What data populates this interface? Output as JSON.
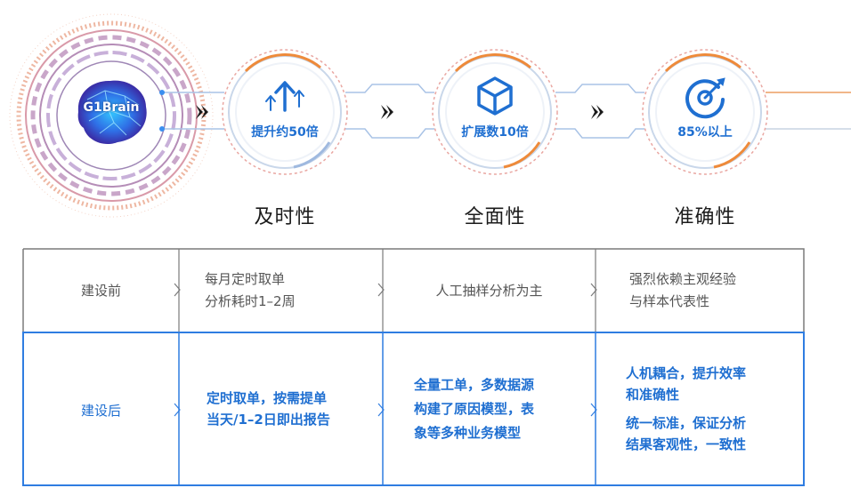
{
  "brand": {
    "logo_text": "G1Brain"
  },
  "colors": {
    "blue": "#1f6fd1",
    "orange": "#ee8a3a",
    "grey_border": "#7a7a7a",
    "table_blue": "#2f7de1"
  },
  "metrics": [
    {
      "icon": "arrows-up-icon",
      "label": "提升约50倍"
    },
    {
      "icon": "cube-icon",
      "label": "扩展数10倍"
    },
    {
      "icon": "target-icon",
      "label": "85%以上"
    }
  ],
  "pillars": [
    "及时性",
    "全面性",
    "准确性"
  ],
  "table": {
    "rows": [
      {
        "label": "建设前",
        "cells": [
          [
            "每月定时取单",
            "分析耗时1–2周"
          ],
          [
            "人工抽样分析为主"
          ],
          [
            "强烈依赖主观经验",
            "与样本代表性"
          ]
        ]
      },
      {
        "label": "建设后",
        "cells": [
          [
            "定时取单，按需提单",
            "当天/1–2日即出报告"
          ],
          [
            "全量工单，多数据源",
            "构建了原因模型，表",
            "象等多种业务模型"
          ],
          [
            "人机耦合，提升效率",
            "和准确性",
            "统一标准，保证分析",
            "结果客观性，一致性"
          ]
        ]
      }
    ]
  }
}
